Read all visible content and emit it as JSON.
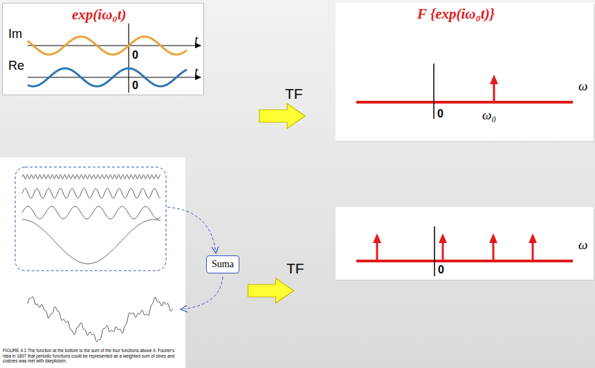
{
  "diagram": {
    "nodes": [
      {
        "text": [
          "exp(iω₀t)",
          "Im",
          "t",
          "0",
          "Re",
          "t",
          "0"
        ]
      },
      {
        "text": [
          "F {exp(iω₀t)}",
          "0",
          "ω₀",
          "ω"
        ]
      },
      {
        "text": [
          "FIGURE 4.1 The function at the bottom is the sum of the four functions above it. Fourier's idea in 1807 that periodic functions could be represented as a weighted sum of sines and cosines was met with skepticism."
        ]
      },
      {
        "text": [
          "Suma"
        ]
      },
      {
        "text": [
          "0",
          "ω"
        ]
      }
    ],
    "edges": [
      {
        "from": 0,
        "to": 1,
        "label": "TF",
        "arrow": "to"
      },
      {
        "from": 2,
        "to": 4,
        "label": "TF",
        "arrow": "to"
      }
    ]
  }
}
